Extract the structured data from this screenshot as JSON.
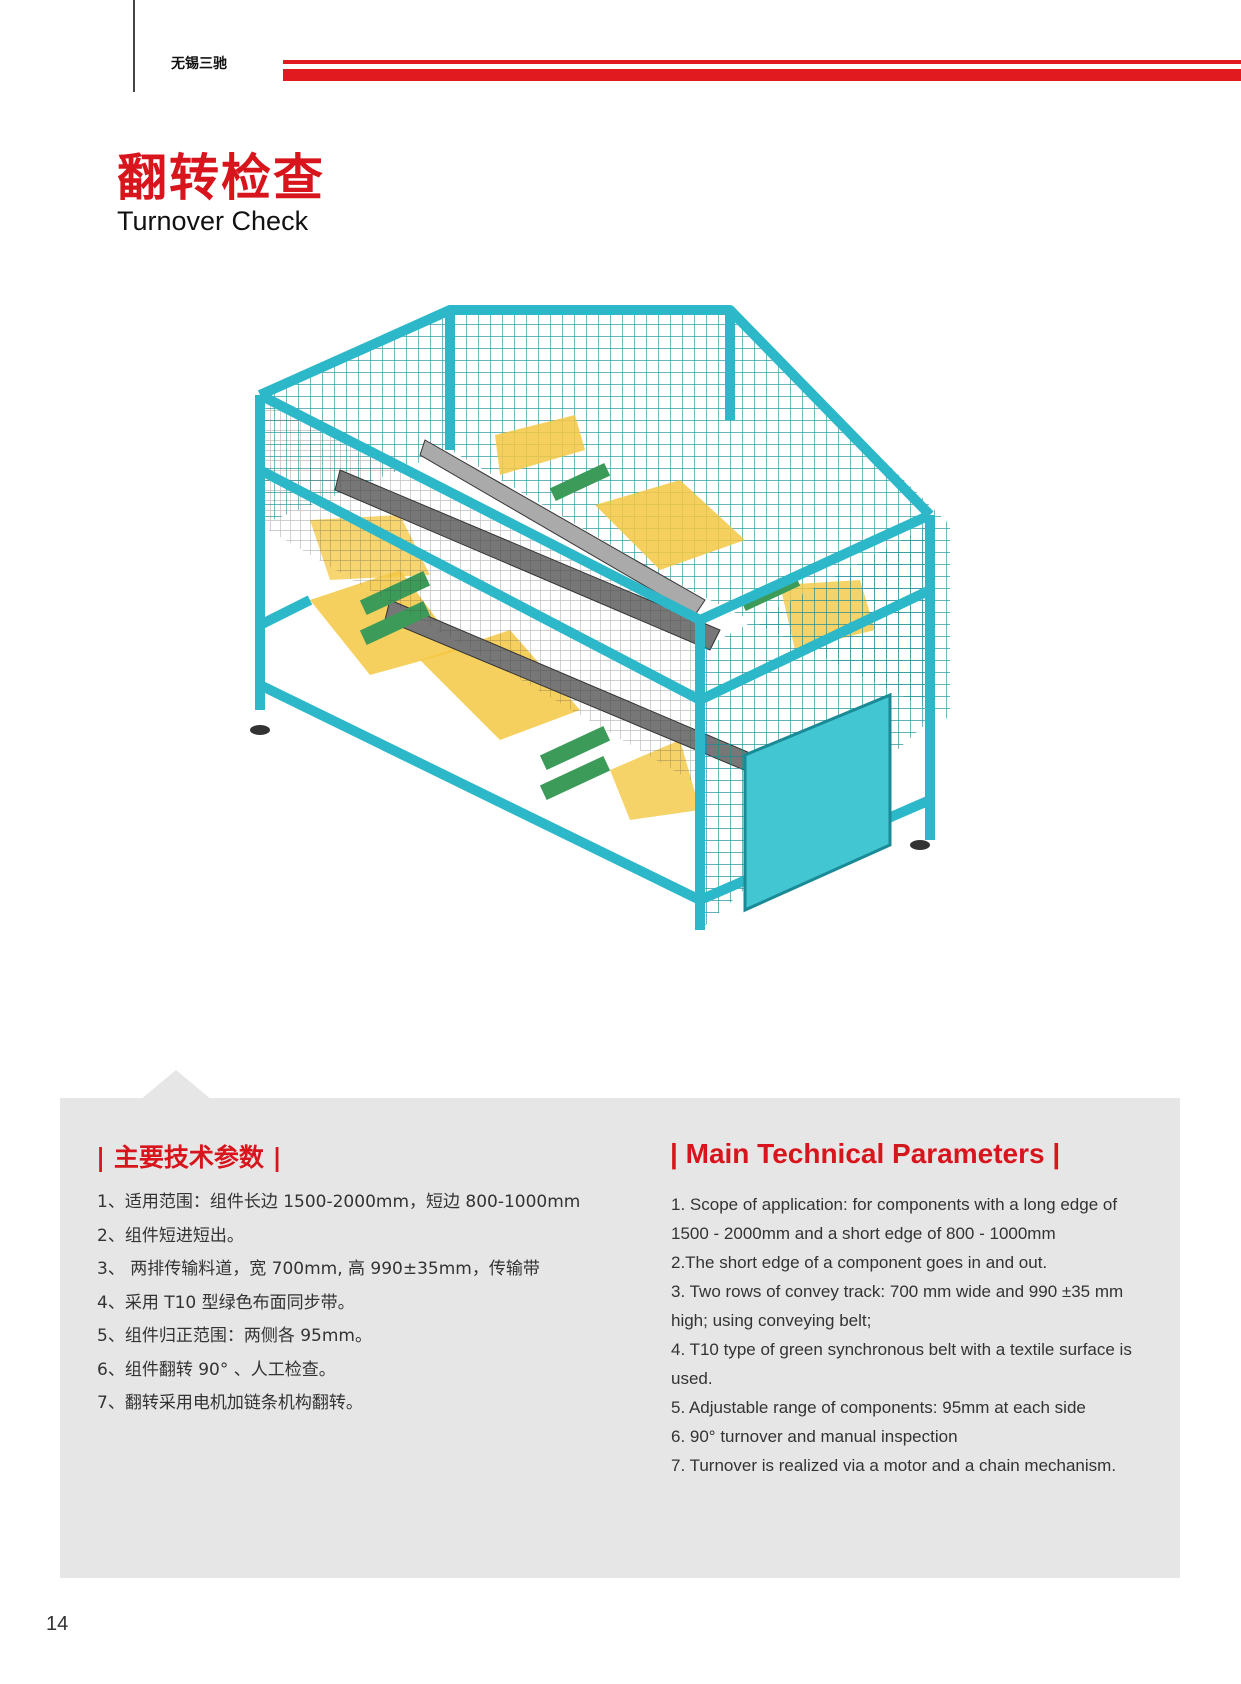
{
  "header": {
    "brand": "无锡三驰"
  },
  "title": {
    "cn": "翻转检查",
    "en": "Turnover Check"
  },
  "params_cn": {
    "heading": "| 主要技术参数 |",
    "items": [
      "1、适用范围：组件长边 1500-2000mm，短边 800-1000mm",
      "2、组件短进短出。",
      "3、 两排传输料道，宽 700mm, 高 990±35mm，传输带",
      "4、采用 T10 型绿色布面同步带。",
      "5、组件归正范围：两侧各 95mm。",
      "6、组件翻转 90° 、人工检查。",
      "7、翻转采用电机加链条机构翻转。"
    ]
  },
  "params_en": {
    "heading": "| Main Technical Parameters |",
    "items": [
      "1. Scope of application: for components with a long edge of 1500 - 2000mm and a short edge of 800 - 1000mm",
      "2.The short edge of a component goes in and out.",
      "3. Two rows of convey track: 700 mm wide and 990 ±35 mm high; using conveying belt;",
      "4. T10 type of green synchronous belt with a textile surface is used.",
      "5. Adjustable range of components: 95mm at each side",
      "6. 90° turnover and manual inspection",
      "7. Turnover is realized via a motor and a chain mechanism."
    ]
  },
  "page_number": "14",
  "colors": {
    "accent_red": "#d8141c",
    "frame_cyan": "#2cb8c8",
    "panel_yellow": "#f4c842",
    "belt_green": "#3d9b5a",
    "panel_gray": "#e6e6e6"
  }
}
